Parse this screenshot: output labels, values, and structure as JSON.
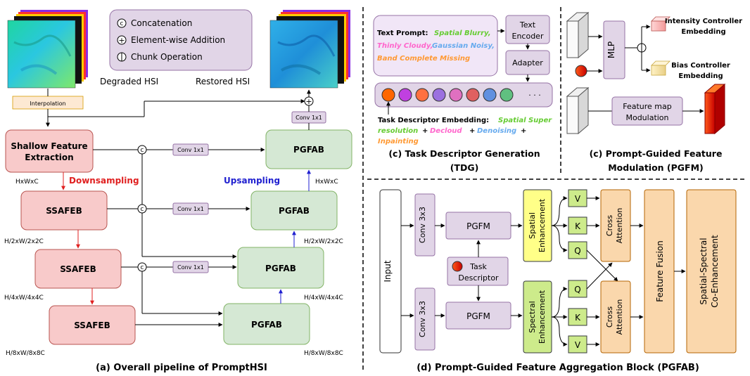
{
  "legend": {
    "concat_symbol": "c",
    "add_symbol": "+",
    "concat": "Concatenation",
    "add": "Element-wise Addition",
    "chunk": "Chunk Operation"
  },
  "panel_a": {
    "degraded_label": "Degraded HSI",
    "restored_label": "Restored HSI",
    "interpolation": "Interpolation",
    "shallow_line1": "Shallow Feature",
    "shallow_line2": "Extraction",
    "ssafeb": "SSAFEB",
    "pgfab": "PGFAB",
    "conv1x1": "Conv 1x1",
    "downsampling": "Downsampling",
    "upsampling": "Upsampling",
    "dims": [
      "HxWxC",
      "H/2xW/2x2C",
      "H/4xW/4x4C",
      "H/8xW/8x8C"
    ],
    "caption": "(a) Overall pipeline of PromptHSI"
  },
  "panel_tdg": {
    "prompt_label": "Text Prompt:",
    "prompt_spatial": "Spatial Blurry,",
    "prompt_cloudy": "Thinly Cloudy,",
    "prompt_noisy": "Gaussian Noisy,",
    "prompt_band": "Band Complete Missing",
    "text_encoder_1": "Text",
    "text_encoder_2": "Encoder",
    "adapter": "Adapter",
    "ellipsis": "· · ·",
    "ted_label": "Task Descriptor Embedding:",
    "ted_spatial_1": "Spatial Super",
    "ted_spatial_2": "resolution",
    "plus": "+",
    "ted_decloud": "Decloud",
    "ted_denoise": "Denoising",
    "ted_inpaint": "Inpainting",
    "caption_1": "(c) Task Descriptor Generation",
    "caption_2": "(TDG)"
  },
  "panel_pgfm": {
    "mlp": "MLP",
    "intensity_1": "Intensity Controller",
    "intensity_2": "Embedding",
    "bias_1": "Bias Controller",
    "bias_2": "Embedding",
    "fmm_1": "Feature map",
    "fmm_2": "Modulation",
    "caption_1": "(c) Prompt-Guided Feature",
    "caption_2": "Modulation (PGFM)"
  },
  "panel_pgfab": {
    "input": "Input",
    "conv3x3": "Conv 3x3",
    "pgfm": "PGFM",
    "task_1": "Task",
    "task_2": "Descriptor",
    "spatial_enh_1": "Spatial",
    "spatial_enh_2": "Enhancement",
    "spectral_enh_1": "Spectral",
    "spectral_enh_2": "Enhancement",
    "v": "V",
    "k": "K",
    "q": "Q",
    "cross_1": "Cross",
    "cross_2": "Attention",
    "fusion": "Feature Fusion",
    "ssce_1": "Spatial-Spectral",
    "ssce_2": "Co-Enhancement",
    "caption": "(d) Prompt-Guided Feature Aggregation Block (PGFAB)"
  },
  "colors": {
    "red_box": "#f8caca",
    "green_box": "#d5e8d4",
    "purple_box": "#e1d5e7",
    "yellow_box": "#ffff88",
    "green_light": "#cdeb8b",
    "orange_box": "#fad7ac",
    "spatial_text": "#66cc33",
    "decloud_text": "#ff66cc",
    "denoise_text": "#66aaee",
    "inpaint_text": "#ff9933"
  }
}
